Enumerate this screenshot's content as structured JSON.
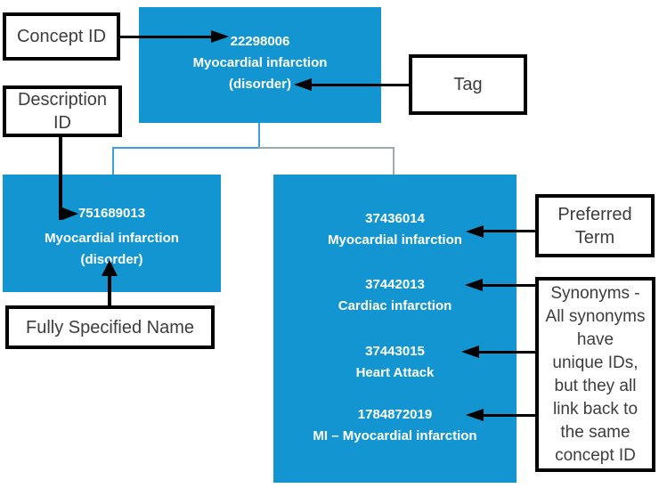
{
  "concept": {
    "id": "22298006",
    "term": "Myocardial infarction",
    "tag": "(disorder)"
  },
  "fsn": {
    "id": "751689013",
    "term": "Myocardial infarction",
    "tag": "(disorder)"
  },
  "descriptions": {
    "rows": [
      {
        "id": "37436014",
        "term": "Myocardial infarction"
      },
      {
        "id": "37442013",
        "term": "Cardiac infarction"
      },
      {
        "id": "37443015",
        "term": "Heart Attack"
      },
      {
        "id": "1784872019",
        "term": "MI – Myocardial infarction"
      }
    ]
  },
  "labels": {
    "concept_id": "Concept ID",
    "description_id": "Description\nID",
    "tag": "Tag",
    "fully_specified_name": "Fully Specified Name",
    "preferred_term": "Preferred\nTerm",
    "synonyms": "Synonyms -\nAll synonyms\nhave\nunique IDs,\nbut they all\nlink back to\nthe same\nconcept ID"
  },
  "colors": {
    "box_blue": "#1295d0",
    "connector_blue": "#3fa0d4",
    "connector_gray": "#9aa9b6",
    "arrow_black": "#000000",
    "label_text": "#3d3d3d"
  }
}
